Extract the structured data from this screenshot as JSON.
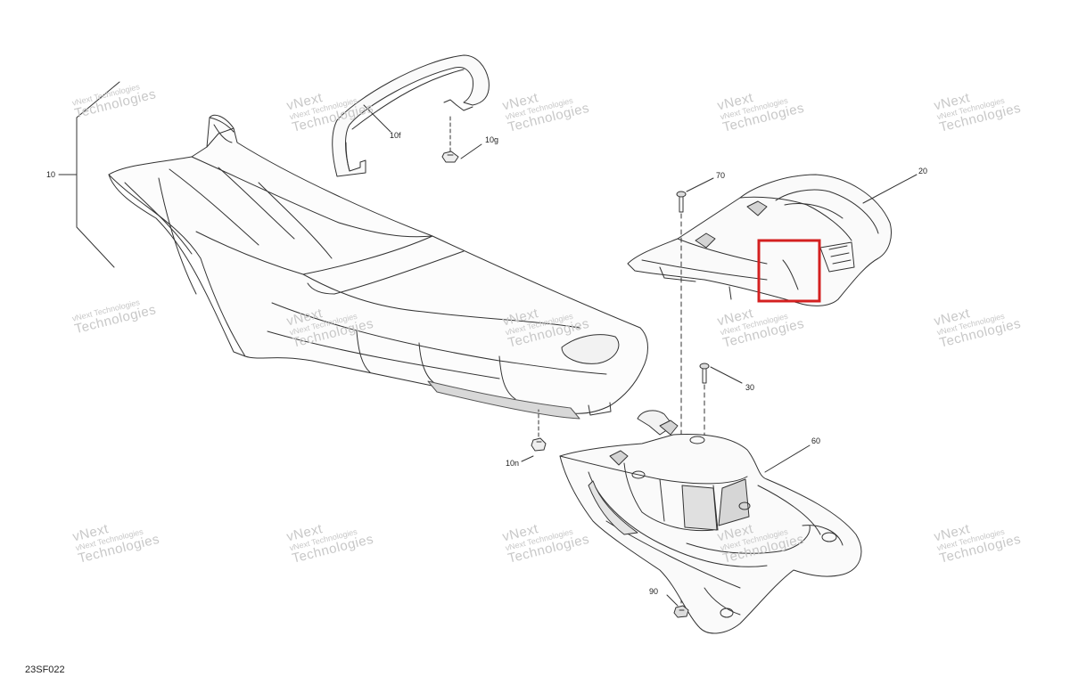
{
  "drawing": {
    "code": "23SF022",
    "callouts": [
      {
        "id": "10",
        "label": "10"
      },
      {
        "id": "10f",
        "label": "10f"
      },
      {
        "id": "10g",
        "label": "10g"
      },
      {
        "id": "10n",
        "label": "10n"
      },
      {
        "id": "20",
        "label": "20"
      },
      {
        "id": "30",
        "label": "30"
      },
      {
        "id": "60",
        "label": "60"
      },
      {
        "id": "70",
        "label": "70"
      },
      {
        "id": "90",
        "label": "90"
      }
    ],
    "highlight_color": "#d42020",
    "line_color": "#333333"
  },
  "watermark": {
    "line1": "vNext",
    "line2": "vNext Technologies",
    "line3": "Technologies"
  }
}
